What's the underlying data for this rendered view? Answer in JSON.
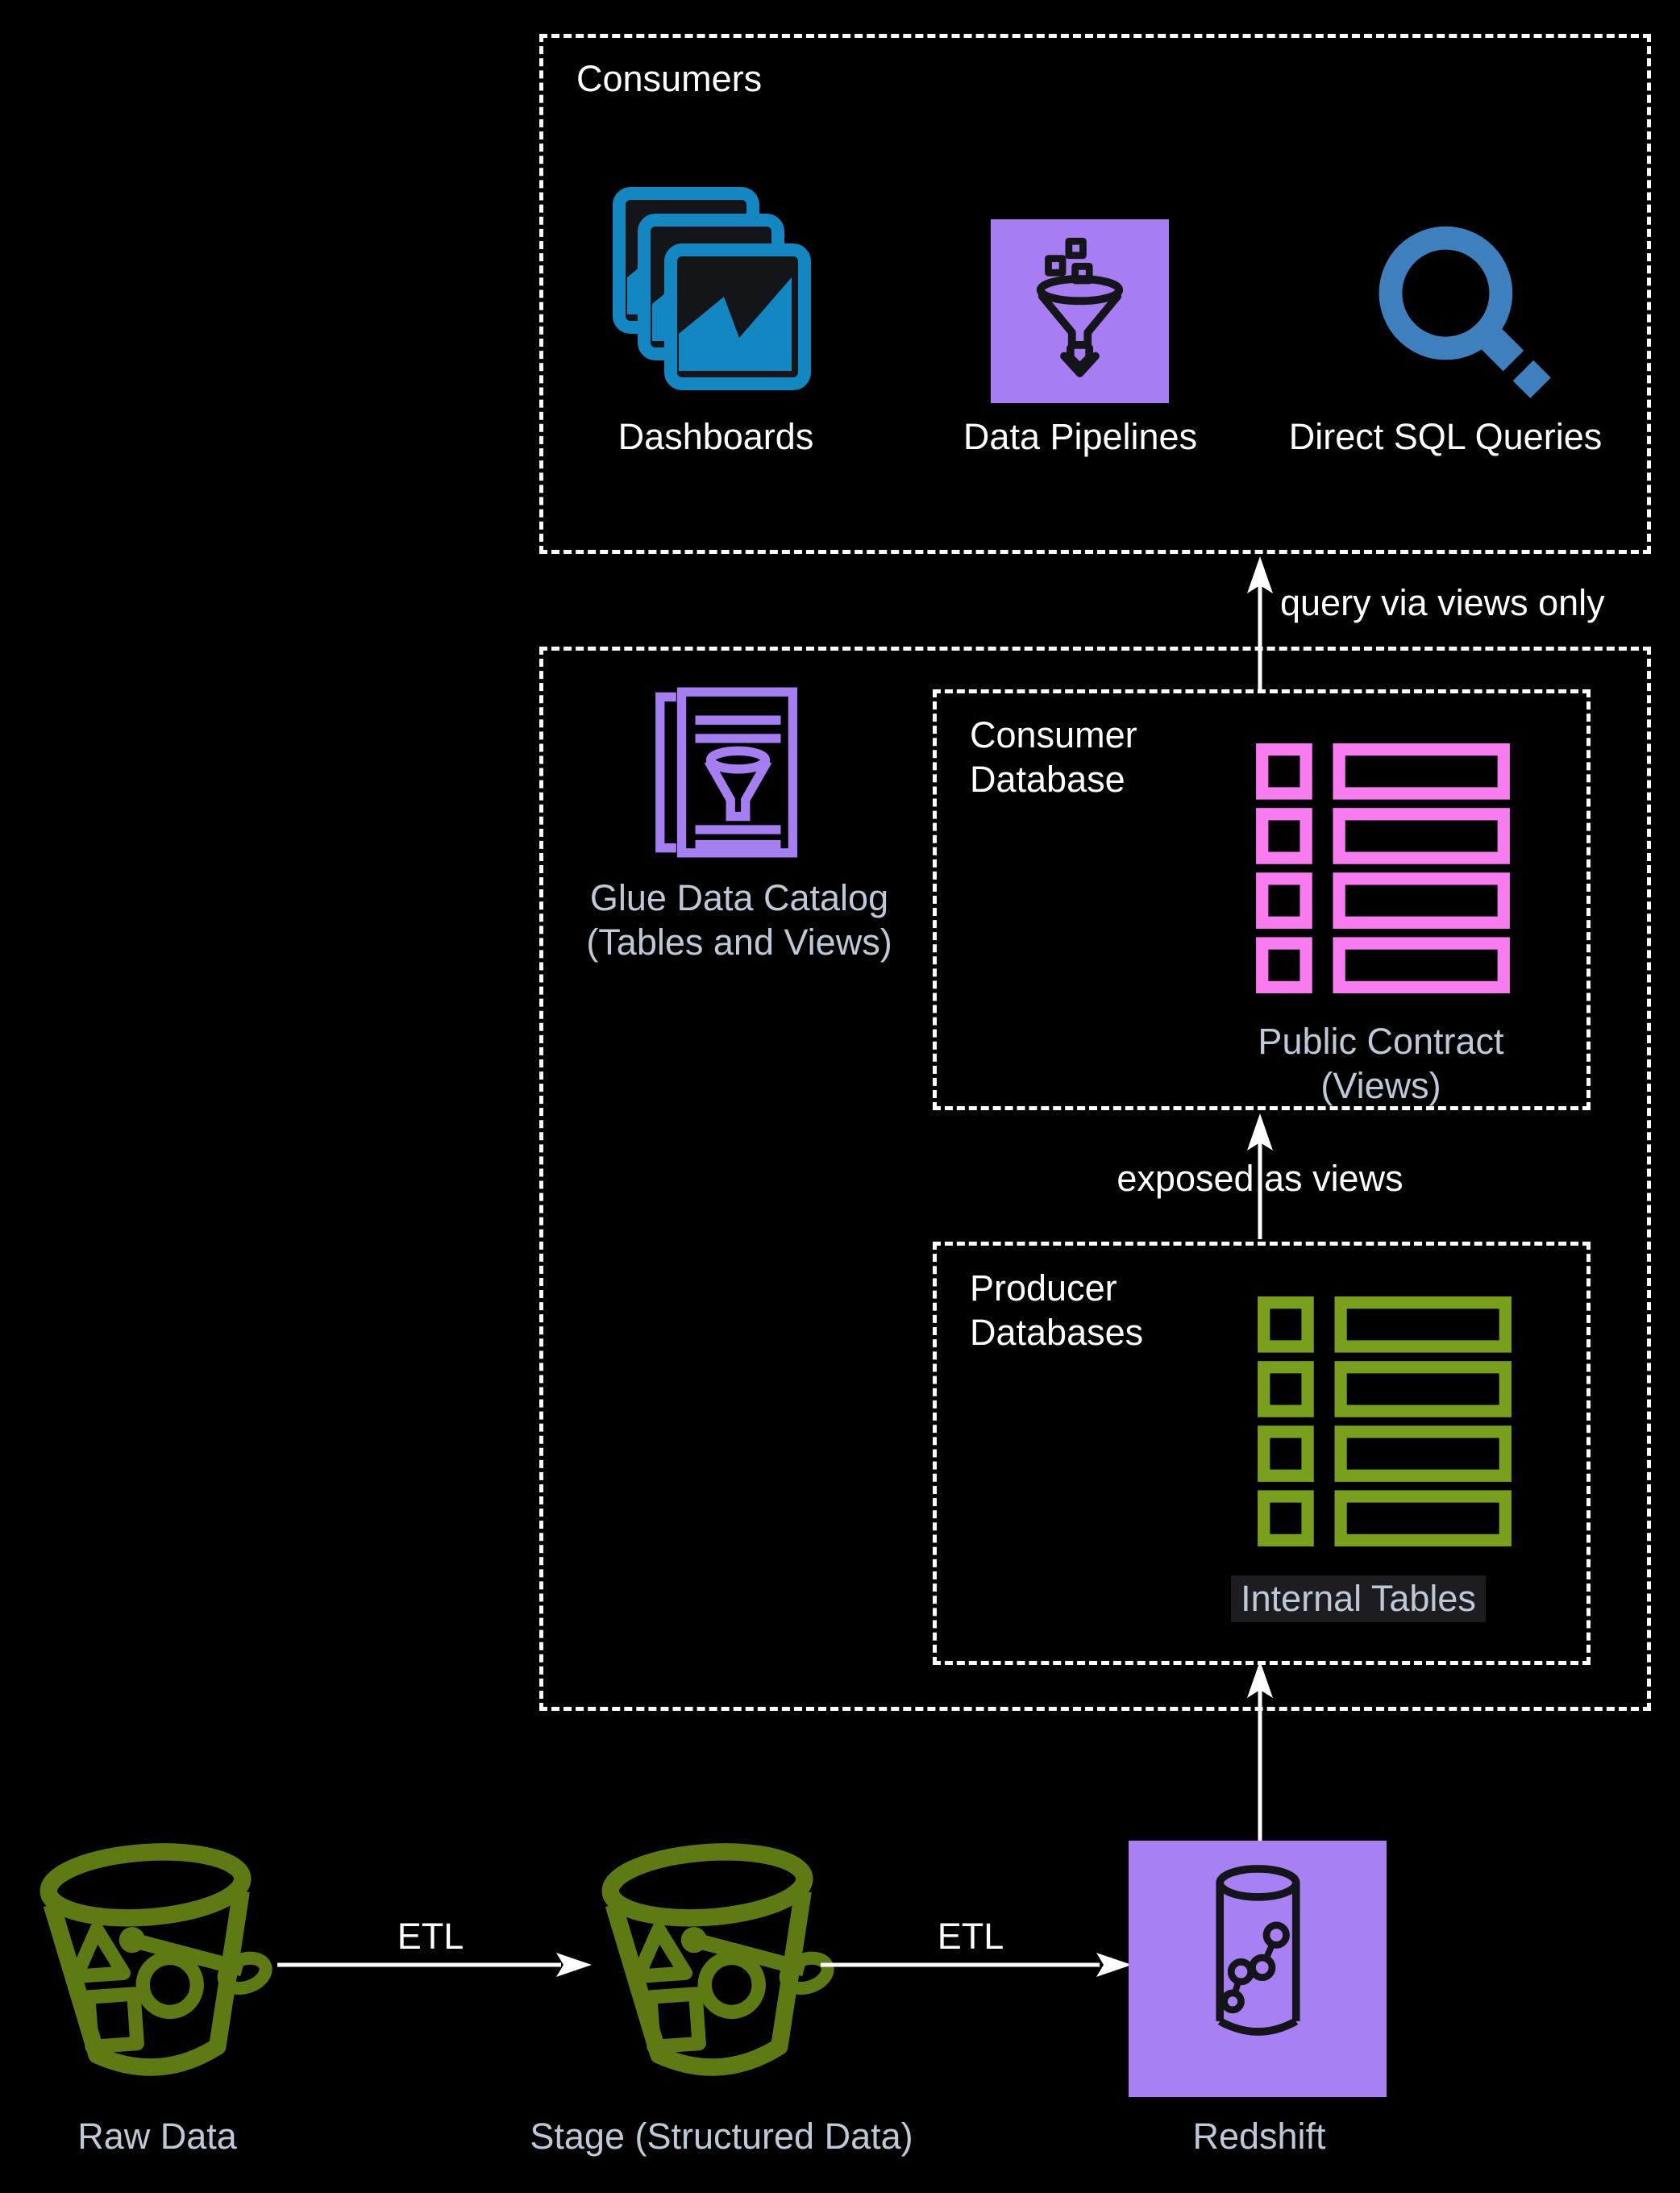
{
  "colors": {
    "background": "#000000",
    "white": "#ffffff",
    "muted_label": "#bec9d5",
    "dashboards_blue": "#1287c2",
    "sql_blue": "#3d80bd",
    "pipeline_purple": "#a67df3",
    "redshift_purple": "#a781f4",
    "glue_purple": "#a57ff2",
    "views_pink": "#f87cf0",
    "tables_green": "#79a01d",
    "bucket_green": "#5e7a12",
    "icon_dark": "#131519",
    "internal_bg": "#1d1d21"
  },
  "consumers": {
    "title": "Consumers",
    "items": [
      {
        "label": "Dashboards",
        "icon": "dashboards-icon"
      },
      {
        "label": "Data Pipelines",
        "icon": "funnel-icon"
      },
      {
        "label": "Direct SQL Queries",
        "icon": "magnifier-icon"
      }
    ]
  },
  "platform": {
    "glue": {
      "line1": "Glue Data Catalog",
      "line2": "(Tables and Views)",
      "icon": "glue-data-catalog-icon"
    },
    "consumer_db": {
      "line1": "Consumer",
      "line2": "Database",
      "contract_line1": "Public Contract",
      "contract_line2": "(Views)",
      "icon": "views-table-icon"
    },
    "producer_db": {
      "line1": "Producer",
      "line2": "Databases",
      "internal_label": "Internal Tables",
      "icon": "internal-table-icon"
    }
  },
  "edges": {
    "query": "query via views only",
    "exposed": "exposed as views",
    "etl1": "ETL",
    "etl2": "ETL"
  },
  "storage": {
    "raw_label": "Raw Data",
    "stage_label": "Stage (Structured Data)",
    "redshift_label": "Redshift"
  }
}
